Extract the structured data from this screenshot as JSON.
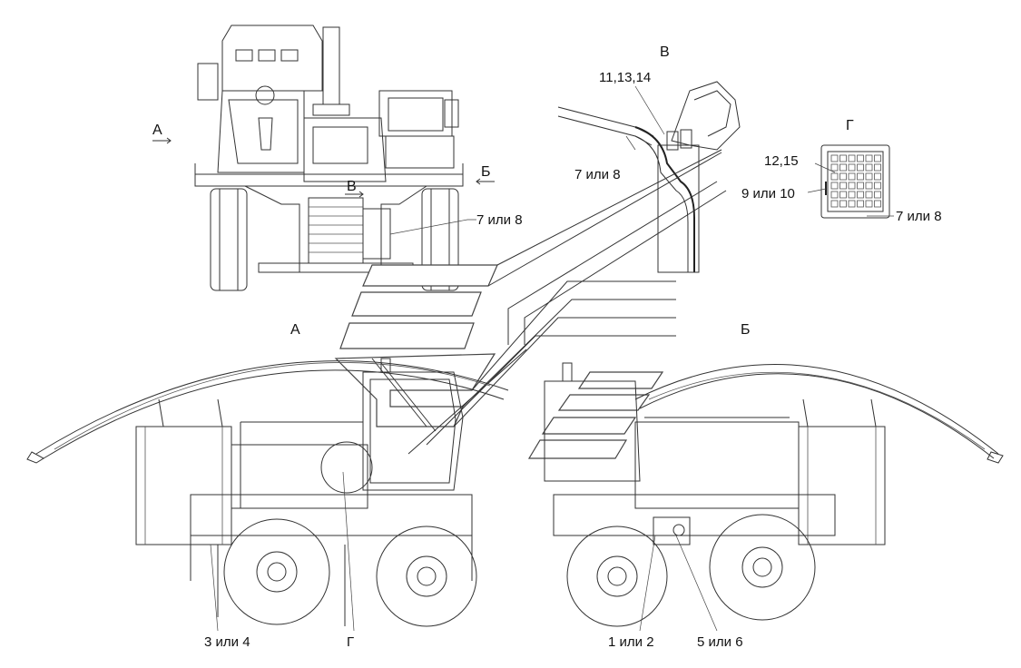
{
  "views": {
    "a": "А",
    "b": "Б",
    "v": "В",
    "g": "Г"
  },
  "callouts": {
    "top_7_or_8": "7 или 8",
    "v_11_13_14": "11,13,14",
    "v_7_or_8": "7 или 8",
    "g_12_15": "12,15",
    "g_9_or_10": "9 или 10",
    "g_7_or_8": "7 или 8",
    "bottom_3_or_4": "3 или 4",
    "bottom_g": "Г",
    "bottom_1_or_2": "1 или 2",
    "bottom_5_or_6": "5 или 6"
  },
  "colors": {
    "line": "#333333",
    "background": "#ffffff"
  }
}
